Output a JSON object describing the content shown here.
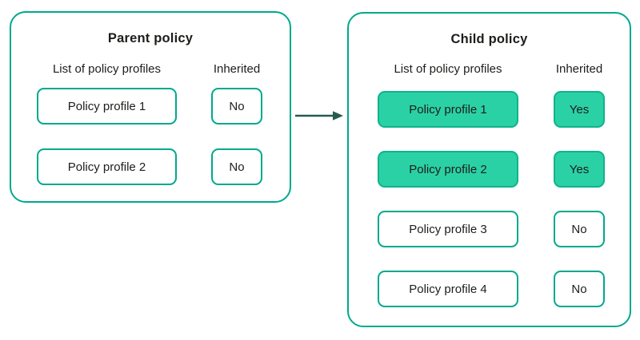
{
  "colors": {
    "outline_teal": "#00A88E",
    "fill_mint": "#2AD1A5",
    "fill_border": "#0FB38C",
    "text_dark": "#1D1D1B",
    "arrow_dark": "#265B50"
  },
  "parent": {
    "title": "Parent policy",
    "col_profiles": "List of policy profiles",
    "col_inherited": "Inherited",
    "rows": [
      {
        "profile": "Policy profile 1",
        "inherited": "No"
      },
      {
        "profile": "Policy profile 2",
        "inherited": "No"
      }
    ]
  },
  "child": {
    "title": "Child policy",
    "col_profiles": "List of policy profiles",
    "col_inherited": "Inherited",
    "rows": [
      {
        "profile": "Policy profile 1",
        "inherited": "Yes"
      },
      {
        "profile": "Policy profile 2",
        "inherited": "Yes"
      },
      {
        "profile": "Policy profile 3",
        "inherited": "No"
      },
      {
        "profile": "Policy profile 4",
        "inherited": "No"
      }
    ]
  }
}
